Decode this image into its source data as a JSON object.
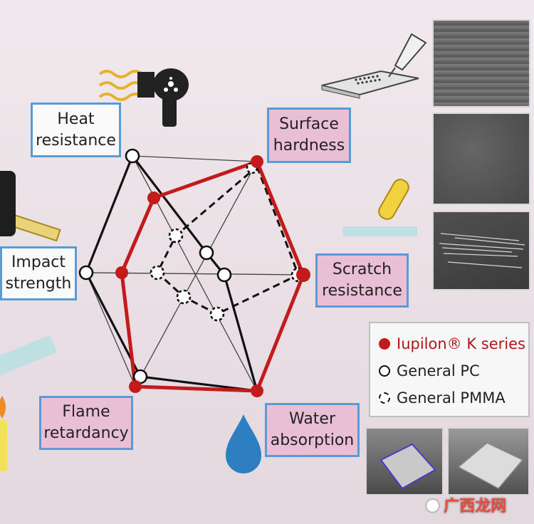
{
  "properties": {
    "heat": "Heat\nresistance",
    "surface": "Surface\nhardness",
    "impact": "Impact\nstrength",
    "scratch": "Scratch\nresistance",
    "flame": "Flame\nretardancy",
    "water": "Water\nabsorption"
  },
  "legend": {
    "iupilon": "Iupilon® K series",
    "pc": "General PC",
    "pmma": "General PMMA"
  },
  "watermark": "广西龙网",
  "colors": {
    "iupilon": "#c21b1b",
    "pc": "#111111",
    "pmma": "#111111",
    "label_border": "#5a9bd5",
    "label_pink": "#e9bfd6"
  }
}
